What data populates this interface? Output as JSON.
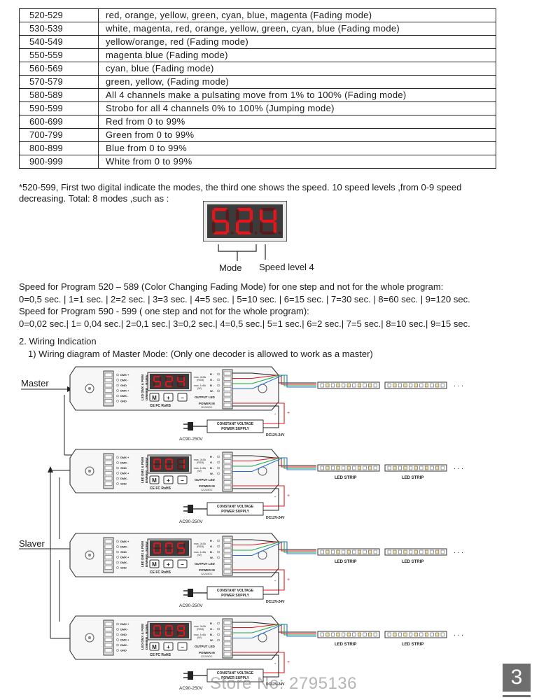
{
  "program_table": [
    {
      "range": "520-529",
      "desc": "red, orange, yellow, green, cyan, blue, magenta (Fading mode)"
    },
    {
      "range": "530-539",
      "desc": "white, magenta, red, orange, yellow, green, cyan, blue (Fading mode)"
    },
    {
      "range": "540-549",
      "desc": "yellow/orange, red (Fading mode)"
    },
    {
      "range": "550-559",
      "desc": "magenta blue (Fading mode)"
    },
    {
      "range": "560-569",
      "desc": "cyan, blue (Fading mode)"
    },
    {
      "range": "570-579",
      "desc": "green, yellow, (Fading mode)"
    },
    {
      "range": "580-589",
      "desc": "All 4 channels make a pulsating move from 1% to 100% (Fading mode)"
    },
    {
      "range": "590-599",
      "desc": "Strobo for all 4 channels 0% to 100% (Jumping mode)"
    },
    {
      "range": "600-699",
      "desc": "Red from 0 to 99%"
    },
    {
      "range": "700-799",
      "desc": "Green from 0 to 99%"
    },
    {
      "range": "800-899",
      "desc": "Blue from 0 to 99%"
    },
    {
      "range": "900-999",
      "desc": "White from 0 to 99%"
    }
  ],
  "note": {
    "line1": "*520-599, First two digital indicate the modes, the third one shows the speed. 10 speed levels ,from 0-9 speed",
    "line2": "decreasing. Total: 8 modes ,such as :"
  },
  "display": {
    "digits": "524",
    "mode_label": "Mode",
    "speed_label": "Speed level 4",
    "digit_color": "#e8141b",
    "off_segment_color": "#5a1a1a"
  },
  "speed_info": {
    "line1": "Speed for Program 520 – 589 (Color Changing Fading Mode) for one step and not for the whole program:",
    "line2": "0=0,5 sec. | 1=1 sec. | 2=2 sec. | 3=3 sec. | 4=5 sec. | 5=10 sec. | 6=15 sec. | 7=30 sec. | 8=60 sec. | 9=120 sec.",
    "line3": "Speed for Program 590 - 599 ( one step and not for the whole program):",
    "line4": "0=0,02 sec.| 1= 0,04 sec.| 2=0,1 sec.| 3=0,2 sec.| 4=0,5 sec.| 5=1 sec.| 6=2 sec.| 7=5 sec.| 8=10 sec.| 9=15 sec."
  },
  "wiring": {
    "section_title": "2. Wiring Indication",
    "subtitle": "1) Wiring diagram of Master Mode: (Only one decoder is allowed to work as a master)",
    "master_label": "Master",
    "slaver_label": "Slaver",
    "units": [
      {
        "display": "524",
        "ac": "AC90-250V",
        "dc": "DC12V-24V",
        "show_strip_label": false
      },
      {
        "display": "001",
        "ac": "AC90-250V",
        "dc": "DC12V-24V",
        "show_strip_label": true
      },
      {
        "display": "005",
        "ac": "AC90-250V",
        "dc": "DC12V-24V",
        "show_strip_label": true
      },
      {
        "display": "009",
        "ac": "AC90-250V",
        "dc": "DC12V-24V",
        "show_strip_label": true
      }
    ],
    "dmx_terminals": [
      "DMX +",
      "DMX -",
      "GND",
      "DMX +",
      "DMX -",
      "GND"
    ],
    "output_terminals": [
      "R -",
      "G -",
      "B -",
      "W -"
    ],
    "max_text_1": "max. 3x3A",
    "max_text_1b": "(RGB)",
    "max_text_2": "max. 1x6A",
    "max_text_2b": "(W)",
    "output_led_label": "OUTPUT LED",
    "power_in_label": "POWER IN",
    "power_in_range": "12-24VDC",
    "device_name_1": "LED DMX & PWM",
    "device_name_2": "DIMMER - RGBW",
    "buttons": [
      "M",
      "+",
      "−"
    ],
    "cert_text": "CE FC RoHS",
    "psu_line1": "CONSTANT VOLTAGE",
    "psu_line2": "POWER SUPPLY",
    "strip_label": "LED STRIP",
    "ellipsis": ". . .",
    "plus_sign": "+",
    "minus_sign": "-",
    "wire_colors": {
      "red": "#e0141b",
      "green": "#1aa84a",
      "blue": "#2a6fd6",
      "black": "#222222"
    }
  },
  "watermark": "Store No: 2795136",
  "page_number": "3"
}
